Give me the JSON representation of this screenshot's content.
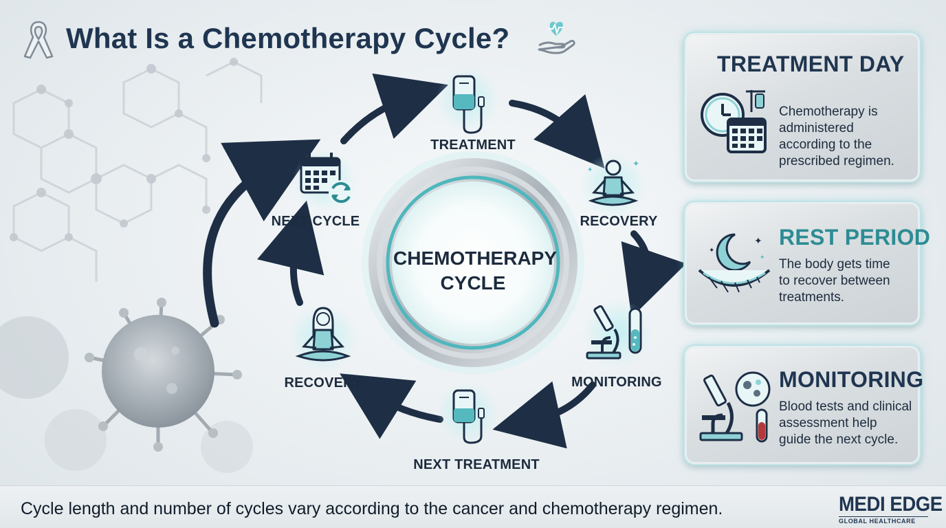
{
  "header": {
    "title": "What Is a Chemotherapy Cycle?",
    "ribbon_icon": "awareness-ribbon-icon",
    "heart_icon": "heart-in-hand-icon"
  },
  "cycle": {
    "center_line1": "CHEMOTHERAPY",
    "center_line2": "CYCLE",
    "nodes": [
      {
        "label": "TREATMENT",
        "icon": "iv-bag-icon"
      },
      {
        "label": "RECOVERY",
        "icon": "meditating-person-icon"
      },
      {
        "label": "MONITORING",
        "icon": "microscope-icon"
      },
      {
        "label": "NEXT TREATMENT",
        "icon": "iv-bag-icon"
      },
      {
        "label": "RECOVERY",
        "icon": "meditating-person-icon"
      },
      {
        "label": "NEXT CYCLE",
        "icon": "calendar-repeat-icon"
      }
    ]
  },
  "cards": [
    {
      "title": "TREATMENT DAY",
      "title_color": "#1f3550",
      "lines": [
        "Chemotherapy is",
        "administered",
        "according to the",
        "prescribed regimen."
      ],
      "icon": "clock-calendar-iv-icon"
    },
    {
      "title": "REST PERIOD",
      "title_color": "#2c8c93",
      "lines": [
        "The body gets time",
        "to recover between",
        "treatments."
      ],
      "icon": "moon-hammock-icon"
    },
    {
      "title": "MONITORING",
      "title_color": "#1f3550",
      "lines": [
        "Blood tests and clinical",
        "assessment help",
        "guide the next cycle."
      ],
      "icon": "microscope-blood-icon"
    }
  ],
  "footer": {
    "text": "Cycle length and number of cycles vary according to the cancer and chemotherapy regimen.",
    "logo_main": "MEDI EDGE",
    "logo_sub": "GLOBAL HEALTHCARE"
  },
  "colors": {
    "navy": "#1f3550",
    "teal": "#2c8c93",
    "glow": "#7fd6da"
  }
}
